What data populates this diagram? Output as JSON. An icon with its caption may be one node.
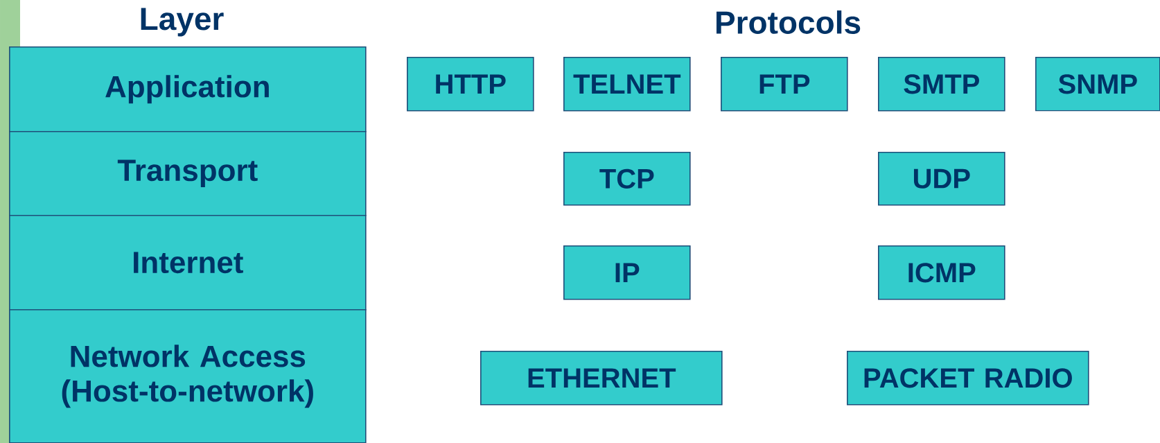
{
  "diagram": {
    "nodes": [
      {
        "text": [
          "Application"
        ]
      },
      {
        "text": [
          "Transport"
        ]
      },
      {
        "text": [
          "Internet"
        ]
      },
      {
        "text": [
          "Network Access (Host-to-network)"
        ]
      },
      {
        "text": [
          "HTTP"
        ]
      },
      {
        "text": [
          "TELNET"
        ]
      },
      {
        "text": [
          "FTP"
        ]
      },
      {
        "text": [
          "SMTP"
        ]
      },
      {
        "text": [
          "SNMP"
        ]
      },
      {
        "text": [
          "TCP"
        ]
      },
      {
        "text": [
          "UDP"
        ]
      },
      {
        "text": [
          "IP"
        ]
      },
      {
        "text": [
          "ICMP"
        ]
      },
      {
        "text": [
          "ETHERNET"
        ]
      },
      {
        "text": [
          "PACKET RADIO"
        ]
      }
    ],
    "edges": [],
    "labels": [
      "Layer",
      "Protocols"
    ]
  }
}
